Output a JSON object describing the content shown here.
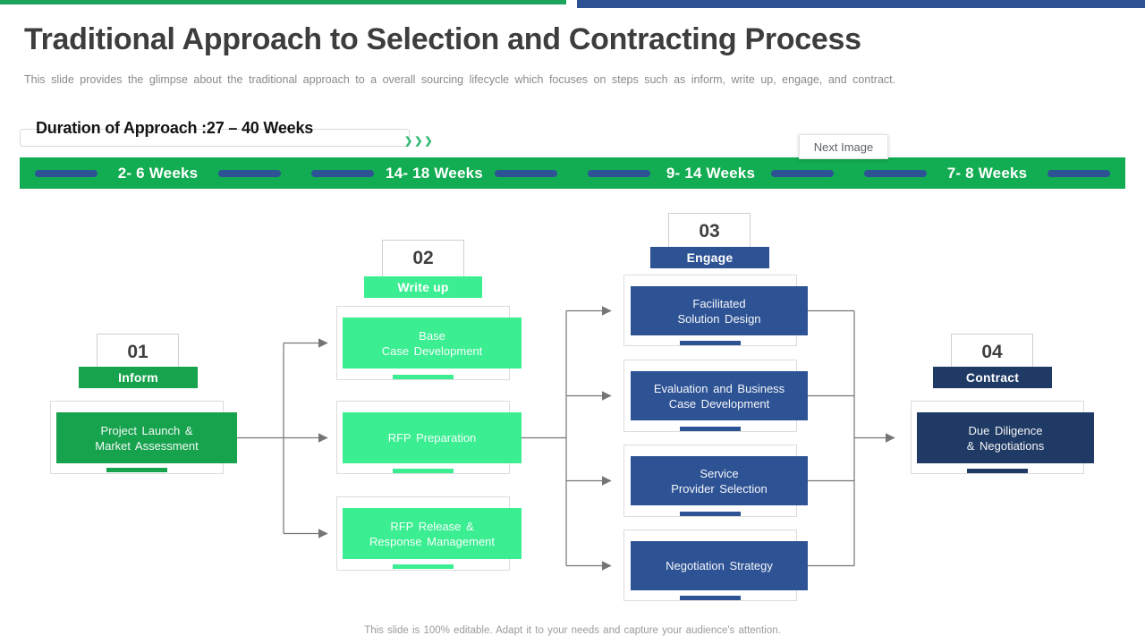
{
  "colors": {
    "bar_green": "#1CA45C",
    "banner_green": "#12AC52",
    "green": "#17A24D",
    "mint": "#3BEE92",
    "blue": "#2E5395",
    "navy": "#1F3A64",
    "mid_green": "#33B873",
    "line_gray": "#757575"
  },
  "header": {
    "title": "Traditional Approach to Selection and Contracting Process",
    "subtitle": "This slide provides the glimpse about the traditional approach to a overall sourcing lifecycle which focuses on steps such as inform, write up, engage, and contract."
  },
  "duration": {
    "label": "Duration of Approach :27 – 40 Weeks",
    "chevrons": "❯❯❯"
  },
  "tooltip": {
    "label": "Next Image"
  },
  "timeline": {
    "durations": [
      "2- 6 Weeks",
      "14- 18 Weeks",
      "9- 14 Weeks",
      "7- 8 Weeks"
    ]
  },
  "flow": {
    "sections": [
      {
        "number": "01",
        "name": "Inform",
        "boxes": [
          "Project Launch &\nMarket Assessment"
        ]
      },
      {
        "number": "02",
        "name": "Write up",
        "boxes": [
          "Base\nCase Development",
          "RFP Preparation",
          "RFP Release &\nResponse Management"
        ]
      },
      {
        "number": "03",
        "name": "Engage",
        "boxes": [
          "Facilitated\nSolution Design",
          "Evaluation and Business\nCase Development",
          "Service\nProvider Selection",
          "Negotiation Strategy"
        ]
      },
      {
        "number": "04",
        "name": "Contract",
        "boxes": [
          "Due Diligence\n& Negotiations"
        ]
      }
    ]
  },
  "footer": {
    "note": "This slide is 100% editable. Adapt it to your needs and capture your audience's attention."
  }
}
